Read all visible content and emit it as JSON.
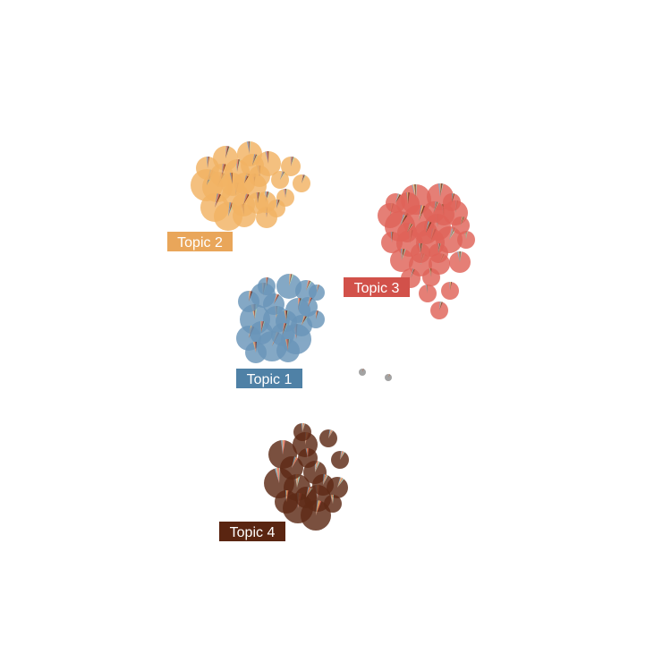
{
  "topic_colors": {
    "topic-1": "#6a95b9",
    "topic-2": "#f2b364",
    "topic-3": "#e06359",
    "topic-4": "#5e2a16"
  },
  "slice_palette": [
    "#6a95b9",
    "#f2b364",
    "#e06359",
    "#5e2a16",
    "#9bc7a8",
    "#c9a3d4"
  ],
  "topics": [
    {
      "id": "topic-1",
      "label": "Topic 1",
      "node_count": 21
    },
    {
      "id": "topic-2",
      "label": "Topic 2",
      "node_count": 26
    },
    {
      "id": "topic-3",
      "label": "Topic 3",
      "node_count": 31
    },
    {
      "id": "topic-4",
      "label": "Topic 4",
      "node_count": 18
    }
  ],
  "unclustered_node_count": 2
}
